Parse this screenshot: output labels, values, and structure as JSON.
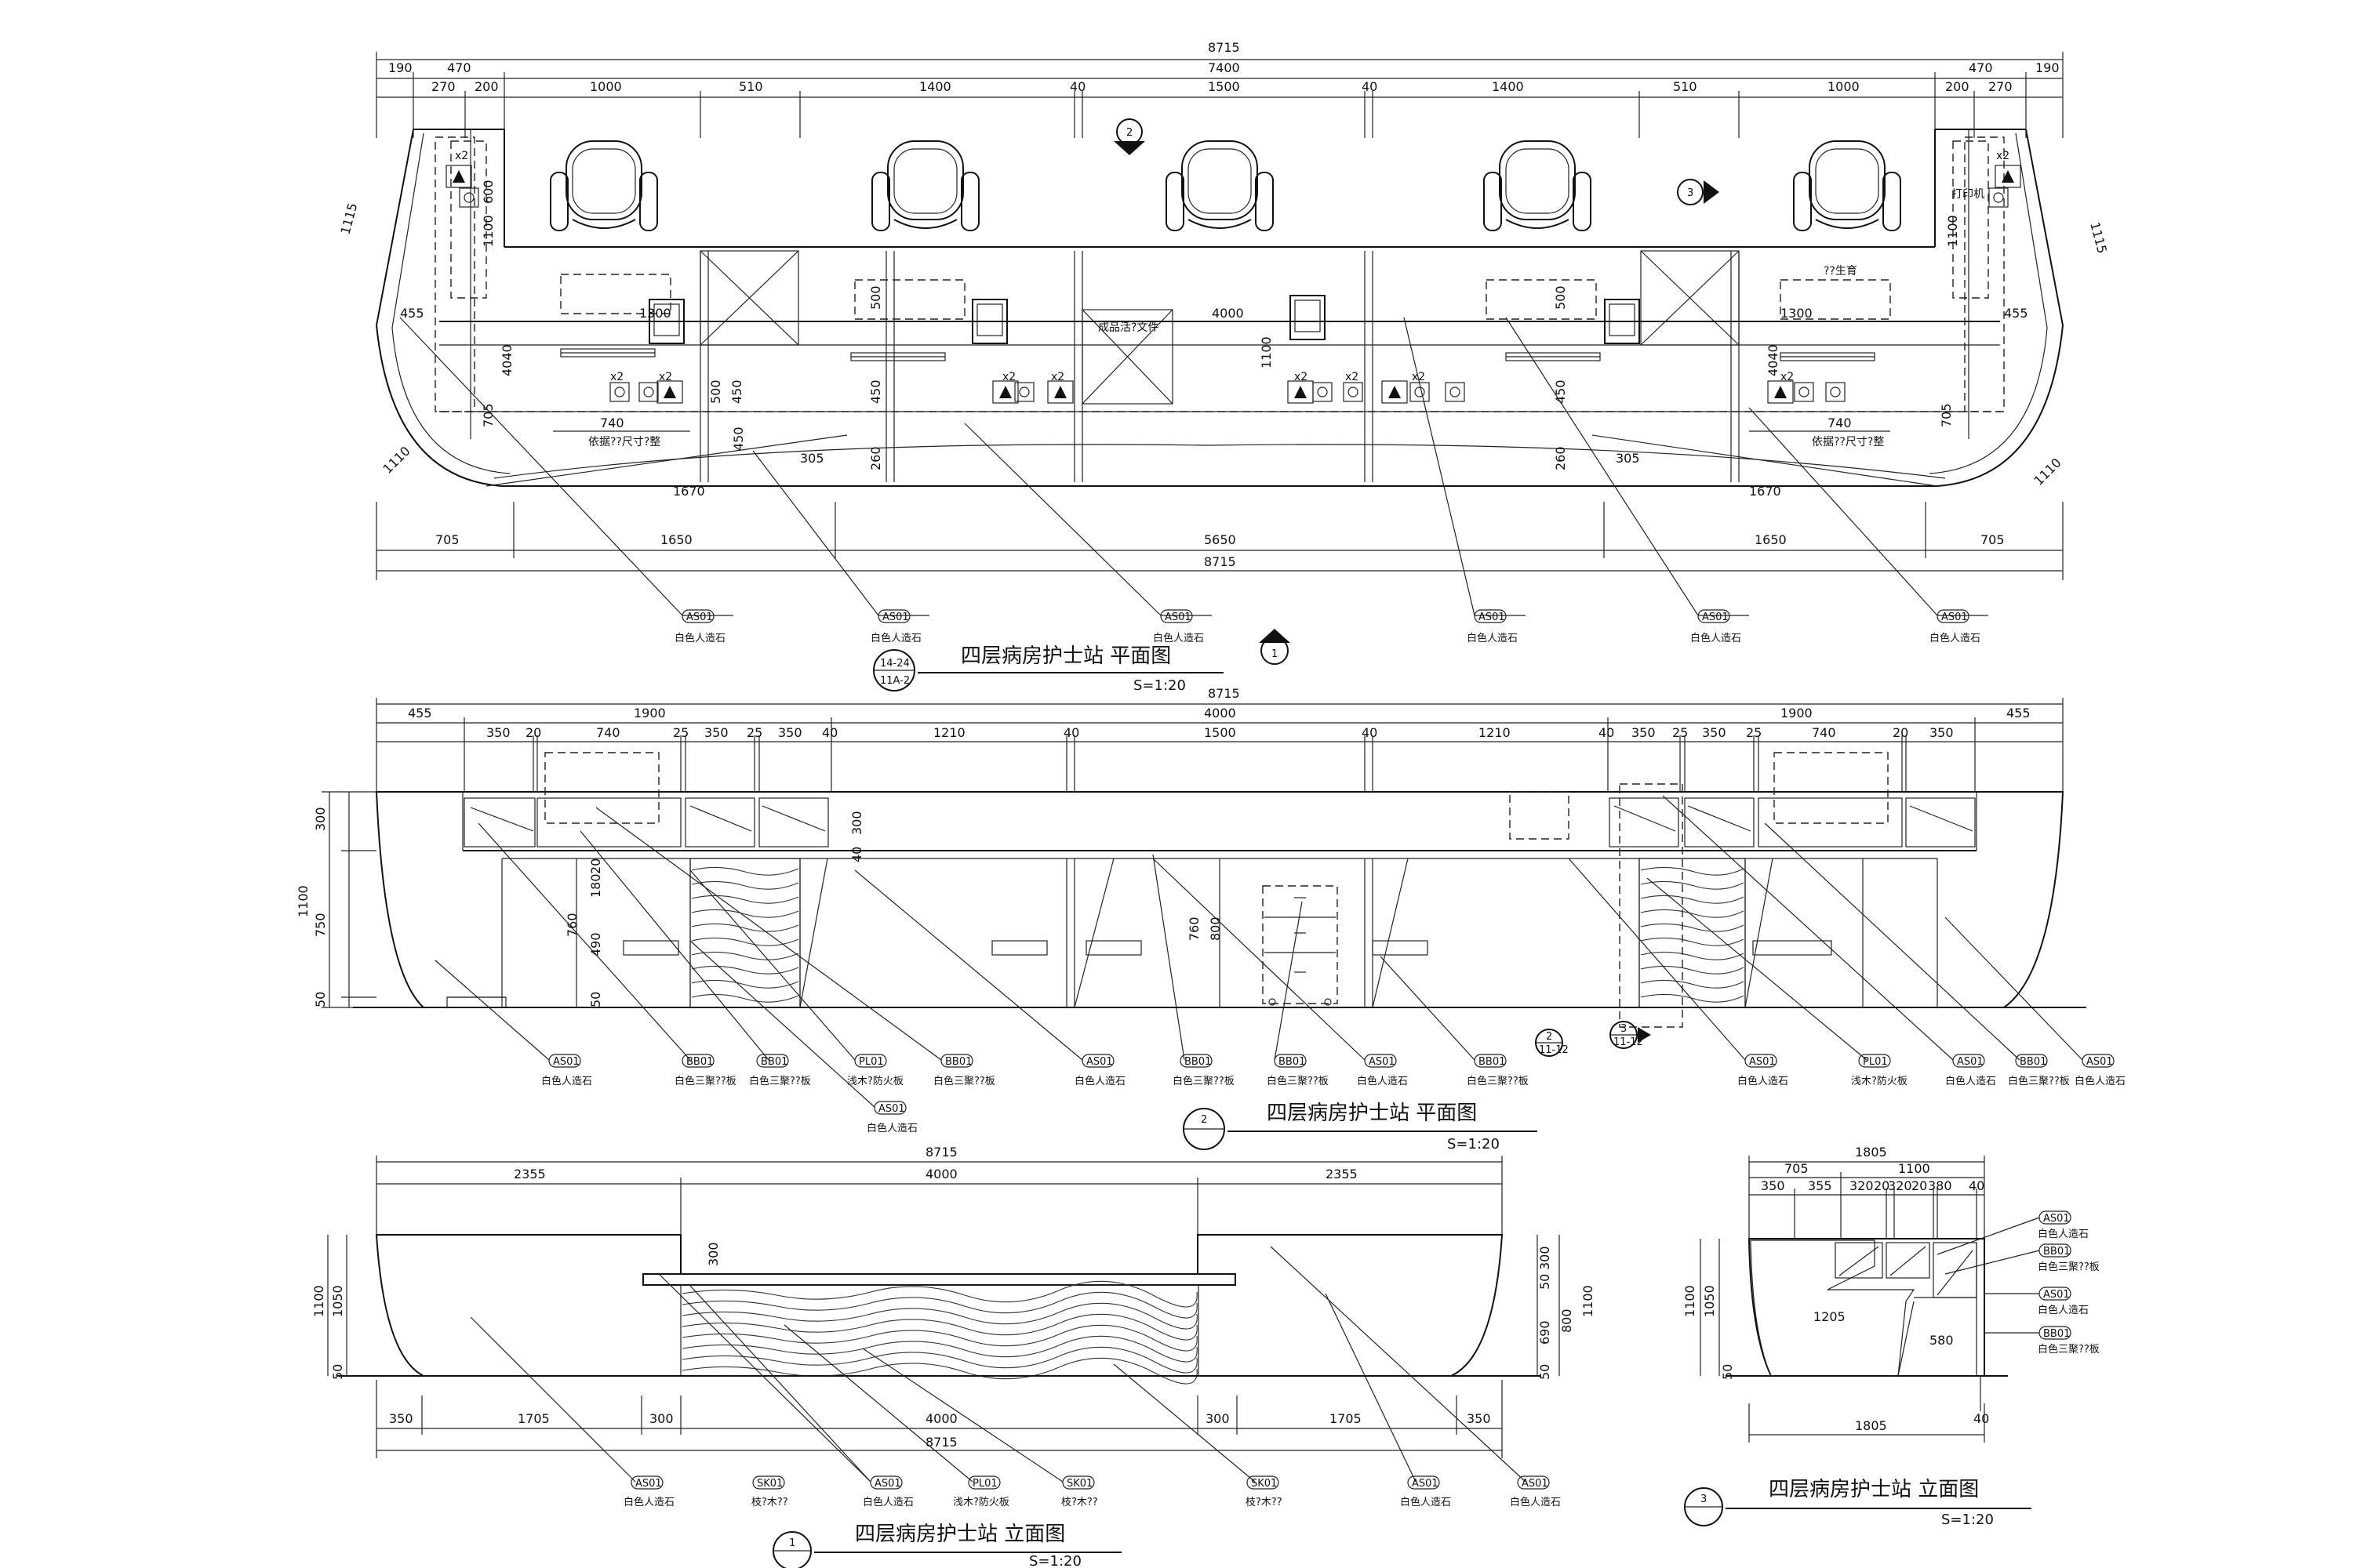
{
  "plan": {
    "title": "四层病房护士站  平面图",
    "scale": "S=1:20",
    "ref_top": "14-24",
    "ref_bottom": "11A-2",
    "section_mark_a": "2",
    "section_mark_b": "3",
    "section_mark_c": "1",
    "dims_top": [
      "8715",
      "190",
      "470",
      "7400",
      "470",
      "190",
      "270",
      "200",
      "1000",
      "510",
      "1400",
      "40",
      "1500",
      "40",
      "1400",
      "510",
      "1000",
      "200",
      "270"
    ],
    "dims_bottom": [
      "705",
      "1650",
      "5650",
      "1650",
      "705",
      "8715"
    ],
    "dims_inner": [
      "1115",
      "1115",
      "455",
      "455",
      "1110",
      "1110",
      "600",
      "1100",
      "1100",
      "4040",
      "4040",
      "705",
      "705",
      "1300",
      "1300",
      "500",
      "500",
      "500",
      "450",
      "450",
      "450",
      "450",
      "4000",
      "1100",
      "260",
      "260",
      "305",
      "305",
      "1670",
      "1670",
      "740",
      "740"
    ],
    "labels": [
      "x2",
      "x2",
      "x2",
      "x2",
      "x2",
      "x2",
      "x2",
      "x2",
      "x2",
      "x2",
      "依据??尺寸?整",
      "依据??尺寸?整",
      "成品活?文件",
      "??生育",
      "打印机"
    ],
    "callouts": [
      {
        "code": "AS01",
        "text": "白色人造石"
      },
      {
        "code": "AS01",
        "text": "白色人造石"
      },
      {
        "code": "AS01",
        "text": "白色人造石"
      },
      {
        "code": "AS01",
        "text": "白色人造石"
      },
      {
        "code": "AS01",
        "text": "白色人造石"
      },
      {
        "code": "AS01",
        "text": "白色人造石"
      }
    ]
  },
  "elev2": {
    "title": "四层病房护士站  平面图",
    "scale": "S=1:20",
    "mark": "2",
    "dims_top": [
      "8715",
      "455",
      "1900",
      "4000",
      "1900",
      "455",
      "350",
      "20",
      "740",
      "25",
      "350",
      "25",
      "350",
      "40",
      "1210",
      "40",
      "1500",
      "40",
      "1210",
      "40",
      "350",
      "25",
      "350",
      "25",
      "740",
      "20",
      "350"
    ],
    "dims_left": [
      "300",
      "1100",
      "750",
      "50",
      "300",
      "20",
      "180",
      "760",
      "490",
      "50",
      "40",
      "760",
      "800"
    ],
    "callouts": [
      {
        "code": "AS01",
        "text": "白色人造石"
      },
      {
        "code": "BB01",
        "text": "白色三聚??板"
      },
      {
        "code": "BB01",
        "text": "白色三聚??板"
      },
      {
        "code": "PL01",
        "text": "浅木?防火板"
      },
      {
        "code": "BB01",
        "text": "白色三聚??板"
      },
      {
        "code": "AS01",
        "text": "白色人造石"
      },
      {
        "code": "BB01",
        "text": "白色三聚??板"
      },
      {
        "code": "BB01",
        "text": "白色三聚??板"
      },
      {
        "code": "AS01",
        "text": "白色人造石"
      },
      {
        "code": "BB01",
        "text": "白色三聚??板"
      },
      {
        "code": "AS01",
        "text": "白色人造石"
      },
      {
        "code": "PL01",
        "text": "浅木?防火板"
      },
      {
        "code": "AS01",
        "text": "白色人造石"
      },
      {
        "code": "BB01",
        "text": "白色三聚??板"
      },
      {
        "code": "AS01",
        "text": "白色人造石"
      },
      {
        "code": "AS01",
        "text": "白色人造石"
      }
    ],
    "sec_marks": [
      {
        "num": "2",
        "ref": "11-12"
      },
      {
        "num": "3",
        "ref": "11-12"
      }
    ]
  },
  "elev1": {
    "title": "四层病房护士站  立面图",
    "scale": "S=1:20",
    "mark": "1",
    "dims_top": [
      "8715",
      "2355",
      "4000",
      "2355"
    ],
    "dims_bottom": [
      "350",
      "1705",
      "300",
      "4000",
      "300",
      "1705",
      "350",
      "8715"
    ],
    "dims_left": [
      "1100",
      "1050",
      "50"
    ],
    "dims_right": [
      "300",
      "50",
      "690",
      "800",
      "1100",
      "50"
    ],
    "dim_inner": "300",
    "callouts": [
      {
        "code": "AS01",
        "text": "白色人造石"
      },
      {
        "code": "SK01",
        "text": "枝?木??"
      },
      {
        "code": "AS01",
        "text": "白色人造石"
      },
      {
        "code": "PL01",
        "text": "浅木?防火板"
      },
      {
        "code": "SK01",
        "text": "枝?木??"
      },
      {
        "code": "SK01",
        "text": "枝?木??"
      },
      {
        "code": "AS01",
        "text": "白色人造石"
      },
      {
        "code": "AS01",
        "text": "白色人造石"
      }
    ]
  },
  "elev3": {
    "title": "四层病房护士站  立面图",
    "scale": "S=1:20",
    "mark": "3",
    "dims_top": [
      "1805",
      "705",
      "1100",
      "350",
      "355",
      "320",
      "20",
      "320",
      "20",
      "380",
      "40"
    ],
    "dims_left": [
      "1100",
      "1050",
      "50"
    ],
    "dims_inner": [
      "1205",
      "580",
      "40"
    ],
    "dims_bottom": [
      "1805"
    ],
    "callouts": [
      {
        "code": "AS01",
        "text": "白色人造石"
      },
      {
        "code": "BB01",
        "text": "白色三聚??板"
      },
      {
        "code": "AS01",
        "text": "白色人造石"
      },
      {
        "code": "BB01",
        "text": "白色三聚??板"
      }
    ]
  }
}
